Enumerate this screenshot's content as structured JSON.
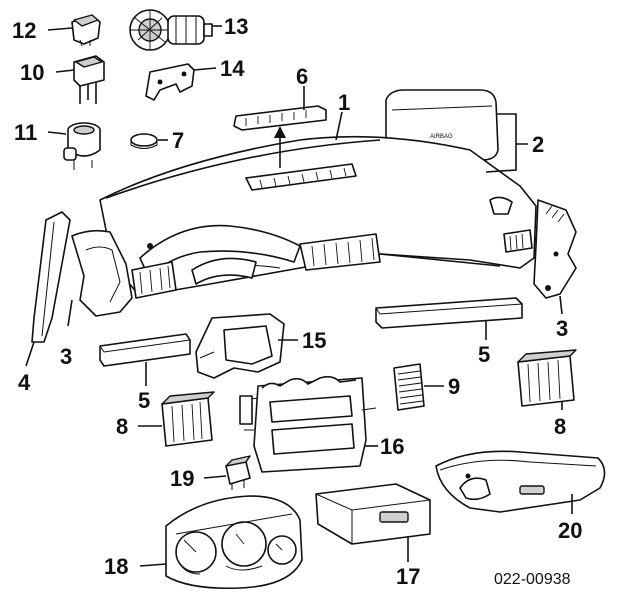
{
  "callouts": {
    "c1": "1",
    "c2": "2",
    "c3_left": "3",
    "c3_right": "3",
    "c4": "4",
    "c5_left": "5",
    "c5_right": "5",
    "c6": "6",
    "c7": "7",
    "c8_left": "8",
    "c8_right": "8",
    "c9": "9",
    "c10": "10",
    "c11": "11",
    "c12": "12",
    "c13": "13",
    "c14": "14",
    "c15": "15",
    "c16": "16",
    "c17": "17",
    "c18": "18",
    "c19": "19",
    "c20": "20"
  },
  "document_number": "022-00938",
  "airbag_label": "AIRBAG",
  "colors": {
    "ink": "#111111",
    "background": "#ffffff",
    "shade": "#cfcfcf"
  }
}
